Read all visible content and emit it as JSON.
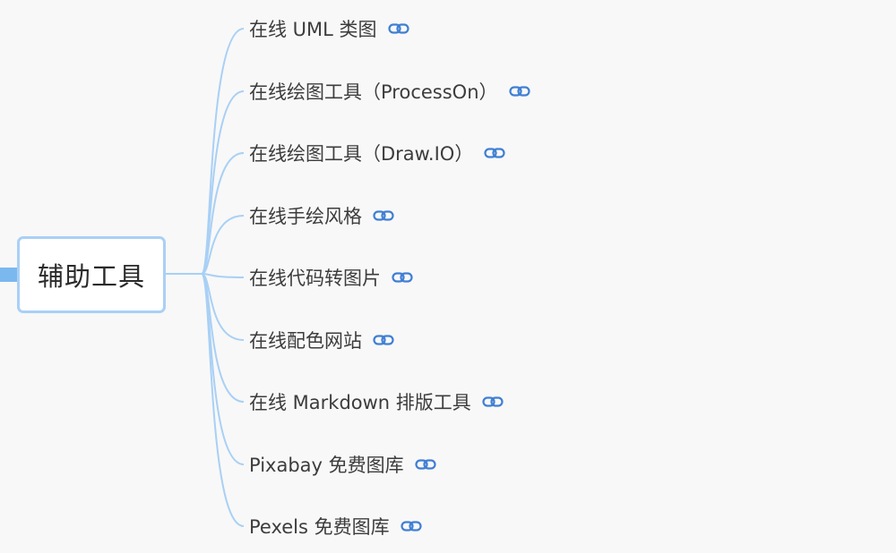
{
  "root": {
    "label": "辅助工具"
  },
  "branches": [
    {
      "label": "在线 UML 类图",
      "icon": "link-icon"
    },
    {
      "label": "在线绘图工具（ProcessOn）",
      "icon": "link-icon"
    },
    {
      "label": "在线绘图工具（Draw.IO）",
      "icon": "link-icon"
    },
    {
      "label": "在线手绘风格",
      "icon": "link-icon"
    },
    {
      "label": "在线代码转图片",
      "icon": "link-icon"
    },
    {
      "label": "在线配色网站",
      "icon": "link-icon"
    },
    {
      "label": "在线 Markdown 排版工具",
      "icon": "link-icon"
    },
    {
      "label": "Pixabay 免费图库",
      "icon": "link-icon"
    },
    {
      "label": "Pexels 免费图库",
      "icon": "link-icon"
    }
  ],
  "colors": {
    "background": "#f8f8f8",
    "connector": "#a9d0f5",
    "root_border": "#a9d0f5",
    "parent_stub": "#7ab8ee",
    "link_icon": "#3f7fd4",
    "text": "#3c3c3c"
  }
}
